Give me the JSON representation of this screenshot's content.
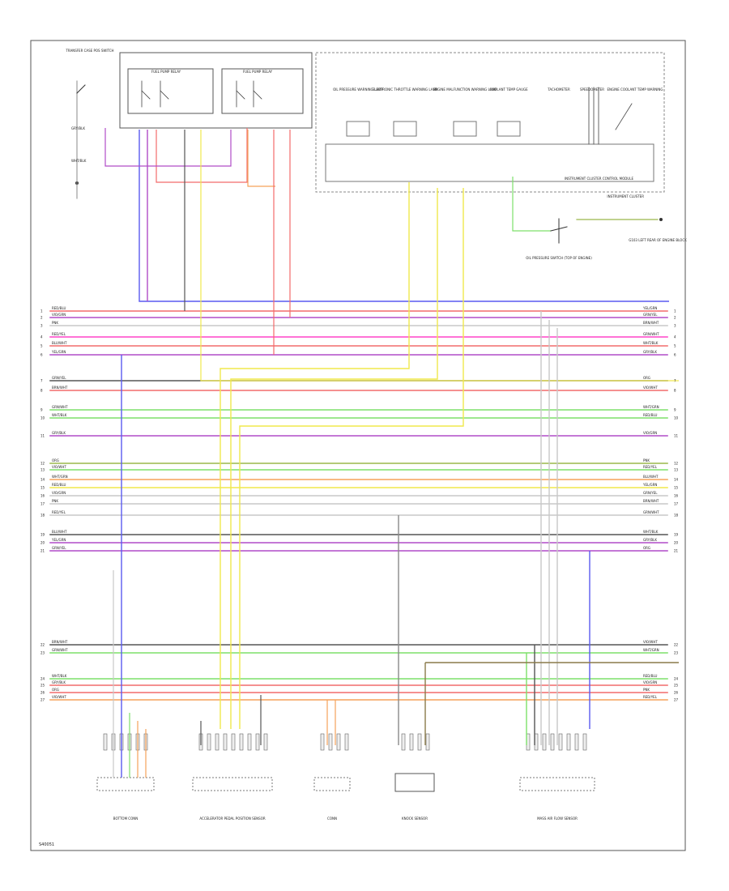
{
  "diagram": {
    "footer_code": "S40051",
    "components": {
      "top_left_switch": "TRANSFER CASE POS SWITCH",
      "relay_1": "FUEL PUMP RELAY",
      "relay_2": "FUEL PUMP RELAY",
      "cluster_title": "INSTRUMENT CLUSTER",
      "cluster_sub": "INSTRUMENT CLUSTER CONTROL MODULE",
      "cluster_items": [
        "OIL PRESSURE WARNING LAMP",
        "ELECTRONIC THROTTLE WARNING LAMP",
        "ENGINE MALFUNCTION WARNING LAMP",
        "COOLANT TEMP GAUGE",
        "TACHOMETER",
        "SPEEDOMETER",
        "ENGINE COOLANT TEMP WARNING"
      ],
      "oil_pressure_switch": "OIL PRESSURE SWITCH (TOP OF ENGINE)",
      "ground_label": "G103 LEFT REAR OF ENGINE BLOCK",
      "bottom_components": [
        "BOTTOM CONN",
        "ACCELERATOR PEDAL POSITION SENSOR",
        "CONN",
        "KNOCK SENSOR",
        "MASS AIR FLOW SENSOR"
      ]
    },
    "wire_color_codes": [
      "RED/BLU",
      "VIO/GRN",
      "PNK",
      "RED/YEL",
      "BLU/WHT",
      "YEL/GRN",
      "GRN/YEL",
      "BRN/WHT",
      "GRN/WHT",
      "WHT/BLK",
      "GRY/BLK",
      "ORG",
      "VIO/WHT",
      "WHT/GRN"
    ]
  },
  "colors": {
    "red": "#f26b6b",
    "pink": "#ff44c8",
    "violet": "#b04cc8",
    "blue": "#5a5af0",
    "yellow": "#f0e84c",
    "green": "#7de06a",
    "orange": "#f5a25a",
    "olive": "#9ab84a",
    "gray": "#8a8a8a",
    "dark": "#555555",
    "lightgray": "#c8c8c8",
    "brown": "#8a7a4a"
  }
}
